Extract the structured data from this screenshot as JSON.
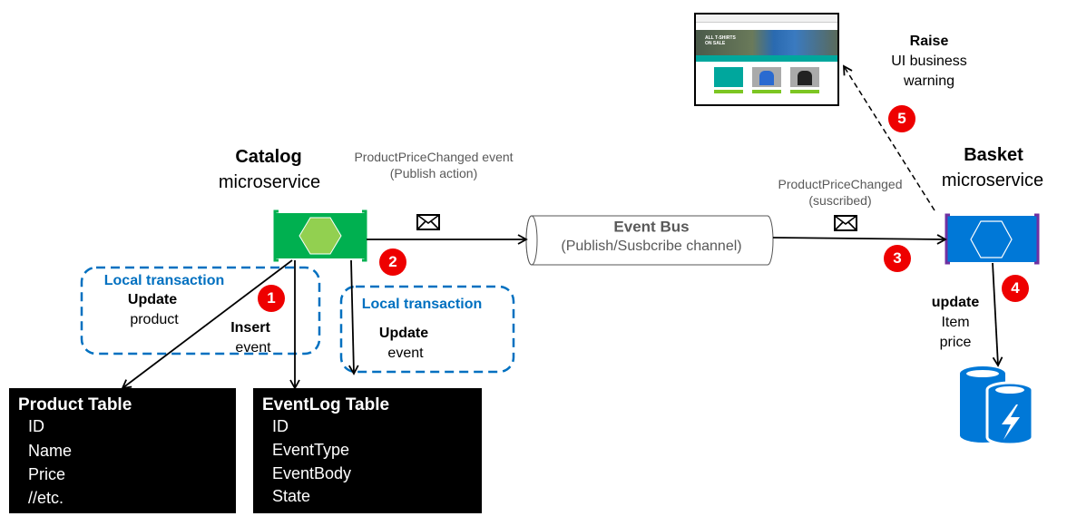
{
  "catalog": {
    "title": "Catalog",
    "subtitle": "microservice"
  },
  "basket": {
    "title": "Basket",
    "subtitle": "microservice"
  },
  "publish_label": {
    "line1": "ProductPriceChanged event",
    "line2": "(Publish action)"
  },
  "subscribe_label": {
    "line1": "ProductPriceChanged",
    "line2": "(suscribed)"
  },
  "event_bus": {
    "title": "Event Bus",
    "subtitle": "(Publish/Susbcribe channel)"
  },
  "raise": {
    "title": "Raise",
    "line1": "UI business",
    "line2": "warning"
  },
  "local_tx_1": {
    "title": "Local transaction",
    "action": "Update",
    "object": "product"
  },
  "insert": {
    "action": "Insert",
    "object": "event"
  },
  "local_tx_2": {
    "title": "Local transaction",
    "action": "Update",
    "object": "event"
  },
  "basket_update": {
    "action": "update",
    "line1": "Item",
    "line2": "price"
  },
  "steps": [
    "1",
    "2",
    "3",
    "4",
    "5"
  ],
  "product_table": {
    "title": "Product Table",
    "rows": [
      "ID",
      "Name",
      "Price",
      "//etc."
    ]
  },
  "eventlog_table": {
    "title": "EventLog Table",
    "rows": [
      "ID",
      "EventType",
      "EventBody",
      "State"
    ]
  },
  "thumbnail": {
    "banner_line1": "ALL T-SHIRTS",
    "banner_line2": "ON SALE"
  },
  "colors": {
    "catalog": "#00b050",
    "catalog_hex": "#92d050",
    "basket": "#0078d7",
    "bracket": "#7030a0",
    "badge": "#ee0000",
    "local_tx": "#0070c0"
  },
  "icons": [
    "envelope-icon",
    "hexagon-icon",
    "database-lightning-icon",
    "website-screenshot"
  ]
}
